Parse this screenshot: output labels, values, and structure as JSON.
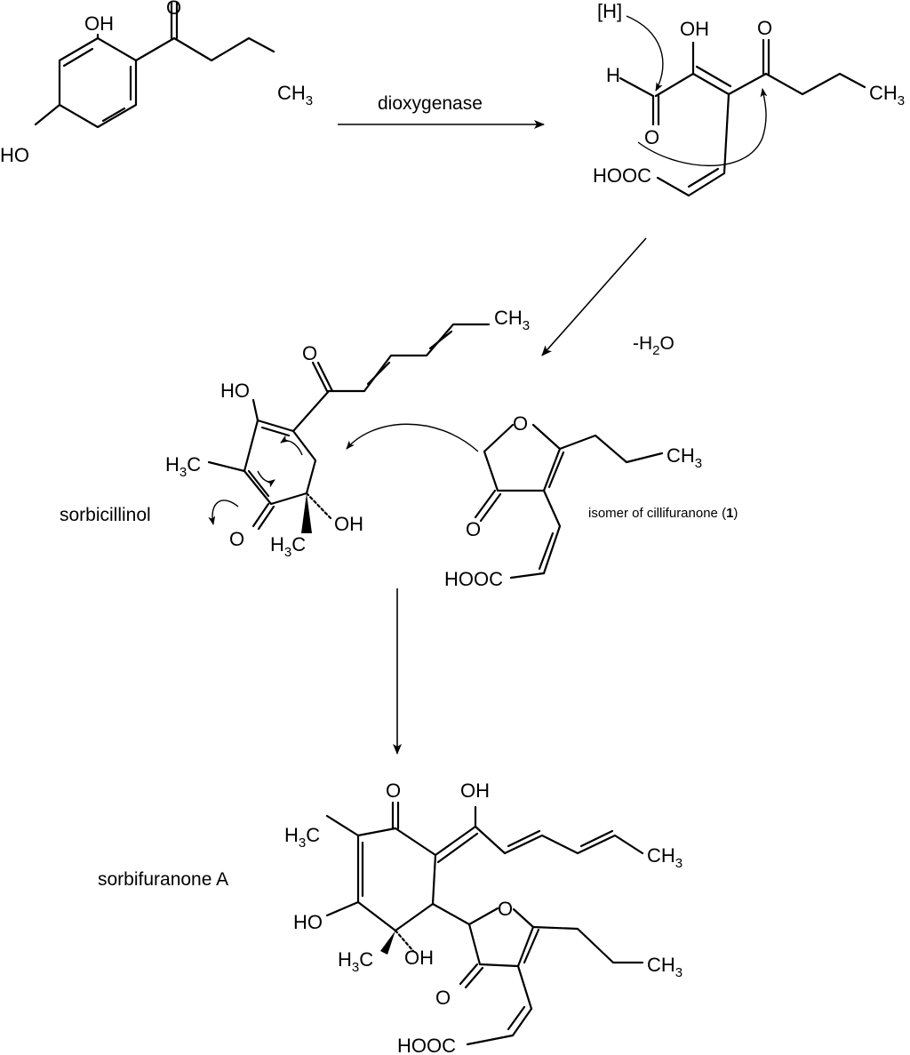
{
  "reagents": {
    "step1": "dioxygenase",
    "step2_sign": "-H",
    "step2_sub": "2",
    "step2_end": "O"
  },
  "compound_labels": {
    "sorbicillinol": "sorbicillinol",
    "cillifuranone_prefix": "isomer of cillifuranone (",
    "cillifuranone_number": "1",
    "cillifuranone_suffix": ")",
    "sorbifuranone": "sorbifuranone A"
  },
  "atoms": {
    "OH": "OH",
    "HO": "HO",
    "O": "O",
    "H": "H",
    "C": "C",
    "CH": "CH",
    "three": "3",
    "HOOC": "HOOC",
    "hydride": "[H]"
  }
}
